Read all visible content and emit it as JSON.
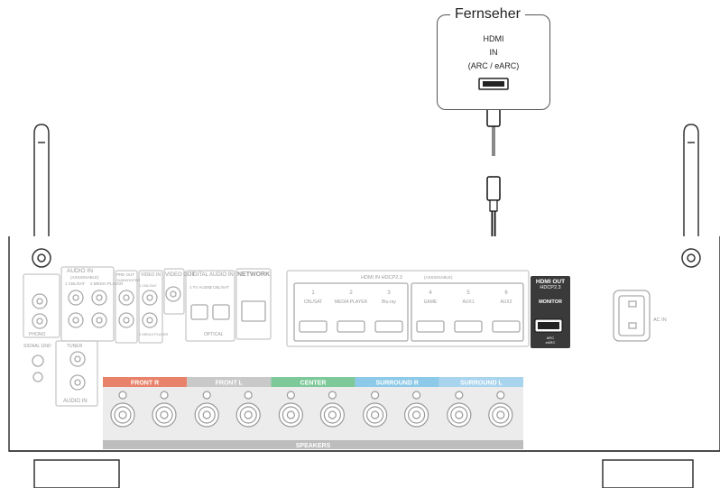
{
  "tv": {
    "title": "Fernseher",
    "port_line1": "HDMI",
    "port_line2": "IN",
    "port_line3": "(ARC / eARC)"
  },
  "receiver": {
    "audio_in": "AUDIO IN",
    "audio_assignable": "(ASSIGNABLE)",
    "audio_inputs": [
      "1 CBL/SAT",
      "2 MEDIA PLAYER"
    ],
    "phono": "PHONO",
    "signal_gnd": "SIGNAL GND",
    "tuner": "TUNER",
    "tuner_audio_in": "AUDIO IN",
    "pre_out": "PRE OUT",
    "subwoofer": "SUBWOOFER",
    "video_in": "VIDEO IN",
    "video_inputs": [
      "1 CBL/SAT",
      "2 MEDIA PLAYER"
    ],
    "video_out": "VIDEO OUT",
    "digital_audio_in": "DIGITAL AUDIO IN",
    "digital_inputs": [
      "1 TV AUDIO",
      "2 CBL/SAT"
    ],
    "optical": "OPTICAL",
    "network": "NETWORK",
    "hdmi_in_header": "HDMI IN HDCP2.3",
    "hdmi_assignable": "(ASSIGNABLE)",
    "hdmi_inputs": [
      {
        "num": "1",
        "label": "CBL/SAT"
      },
      {
        "num": "2",
        "label": "MEDIA PLAYER"
      },
      {
        "num": "3",
        "label": "Blu-ray"
      },
      {
        "num": "4",
        "label": "GAME"
      },
      {
        "num": "5",
        "label": "AUX1"
      },
      {
        "num": "6",
        "label": "AUX2"
      }
    ],
    "hdmi_out": "HDMI OUT",
    "hdmi_out_hdcp": "HDCP2.3",
    "monitor": "MONITOR",
    "arc": "ARC",
    "earc": "eARC",
    "ac_in": "AC IN",
    "speakers_label": "SPEAKERS",
    "speaker_groups": [
      {
        "label": "FRONT R",
        "color": "#e8826a"
      },
      {
        "label": "FRONT L",
        "color": "#c9c9c9"
      },
      {
        "label": "CENTER",
        "color": "#7ec99a"
      },
      {
        "label": "SURROUND R",
        "color": "#8dc9e8"
      },
      {
        "label": "SURROUND L",
        "color": "#a9d4ee"
      }
    ]
  }
}
